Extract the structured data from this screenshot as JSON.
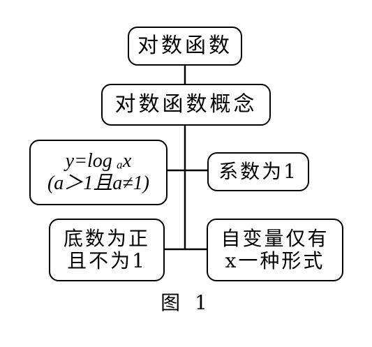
{
  "root": {
    "label": "对数函数"
  },
  "concept": {
    "label": "对数函数概念"
  },
  "formula": {
    "line1": "y=log ₐx",
    "line2": "(a＞1且a≠1)"
  },
  "coefficient": {
    "label": "系数为1"
  },
  "base": {
    "line1": "底数为正",
    "line2": "且不为1"
  },
  "variable": {
    "line1": "自变量仅有",
    "line2": "x一种形式"
  },
  "caption": {
    "label": "图 1"
  }
}
